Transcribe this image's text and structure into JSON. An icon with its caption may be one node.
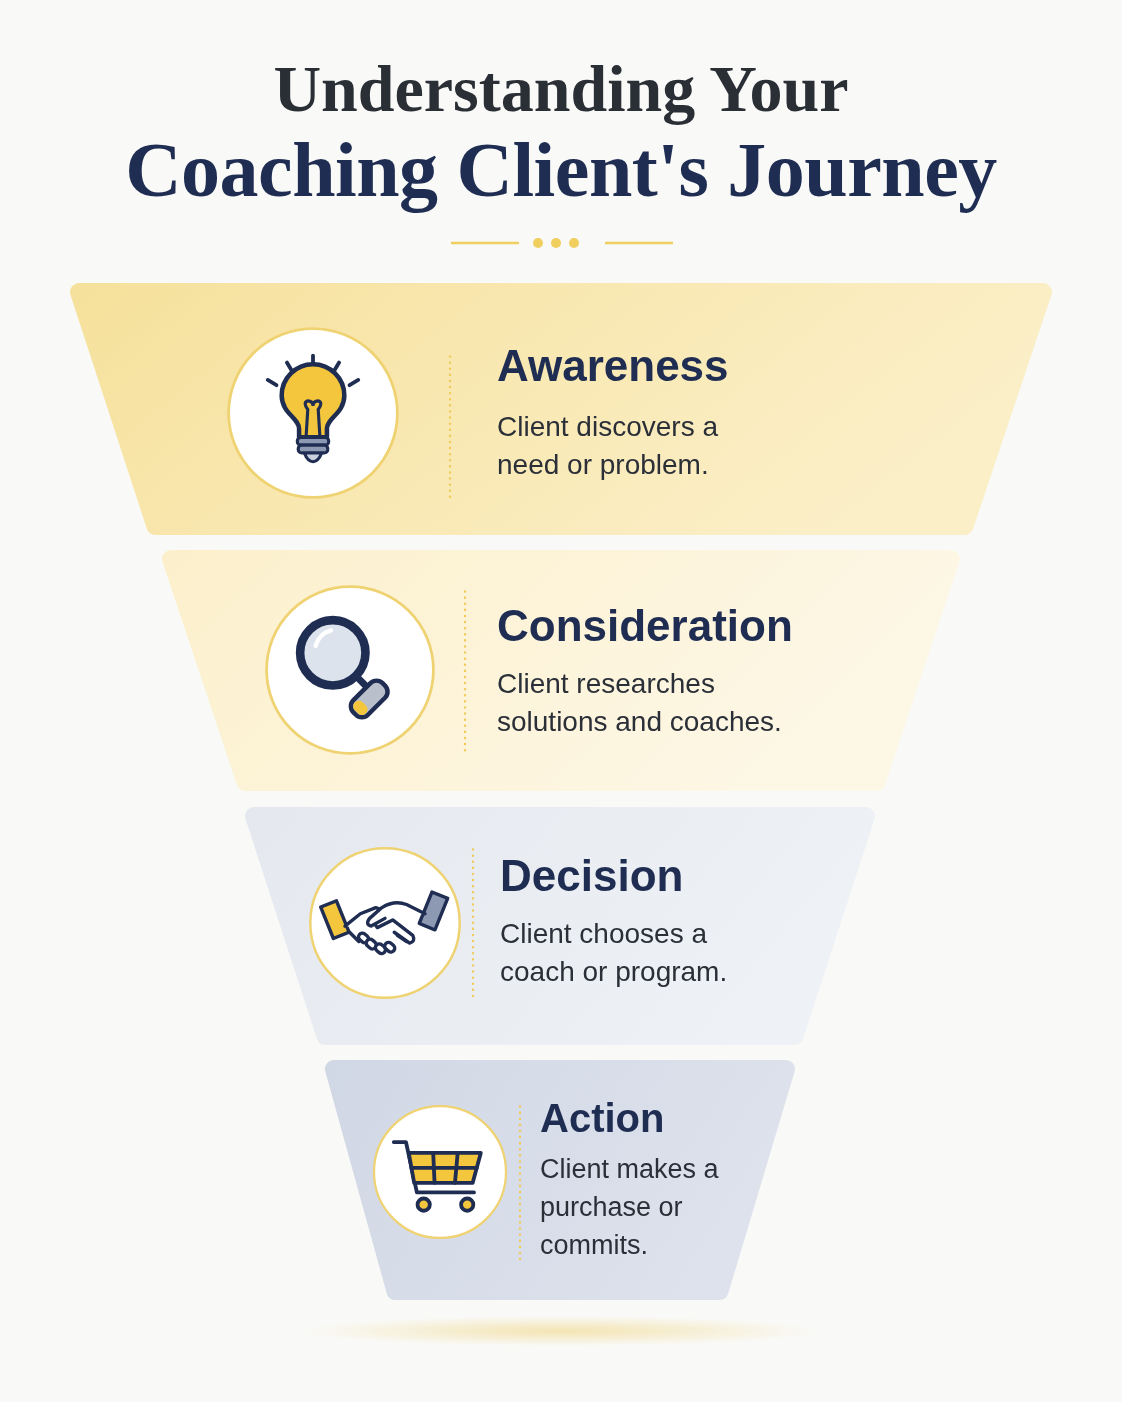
{
  "diagram": {
    "title": "Understanding Your Coaching Client's Journey",
    "nodes": [
      {
        "text": [
          "Awareness",
          "Client discovers a need or problem."
        ]
      },
      {
        "text": [
          "Consideration",
          "Client researches solutions and coaches."
        ]
      },
      {
        "text": [
          "Decision",
          "Client chooses a coach or program."
        ]
      },
      {
        "text": [
          "Action",
          "Client makes a purchase or commits."
        ]
      }
    ]
  }
}
